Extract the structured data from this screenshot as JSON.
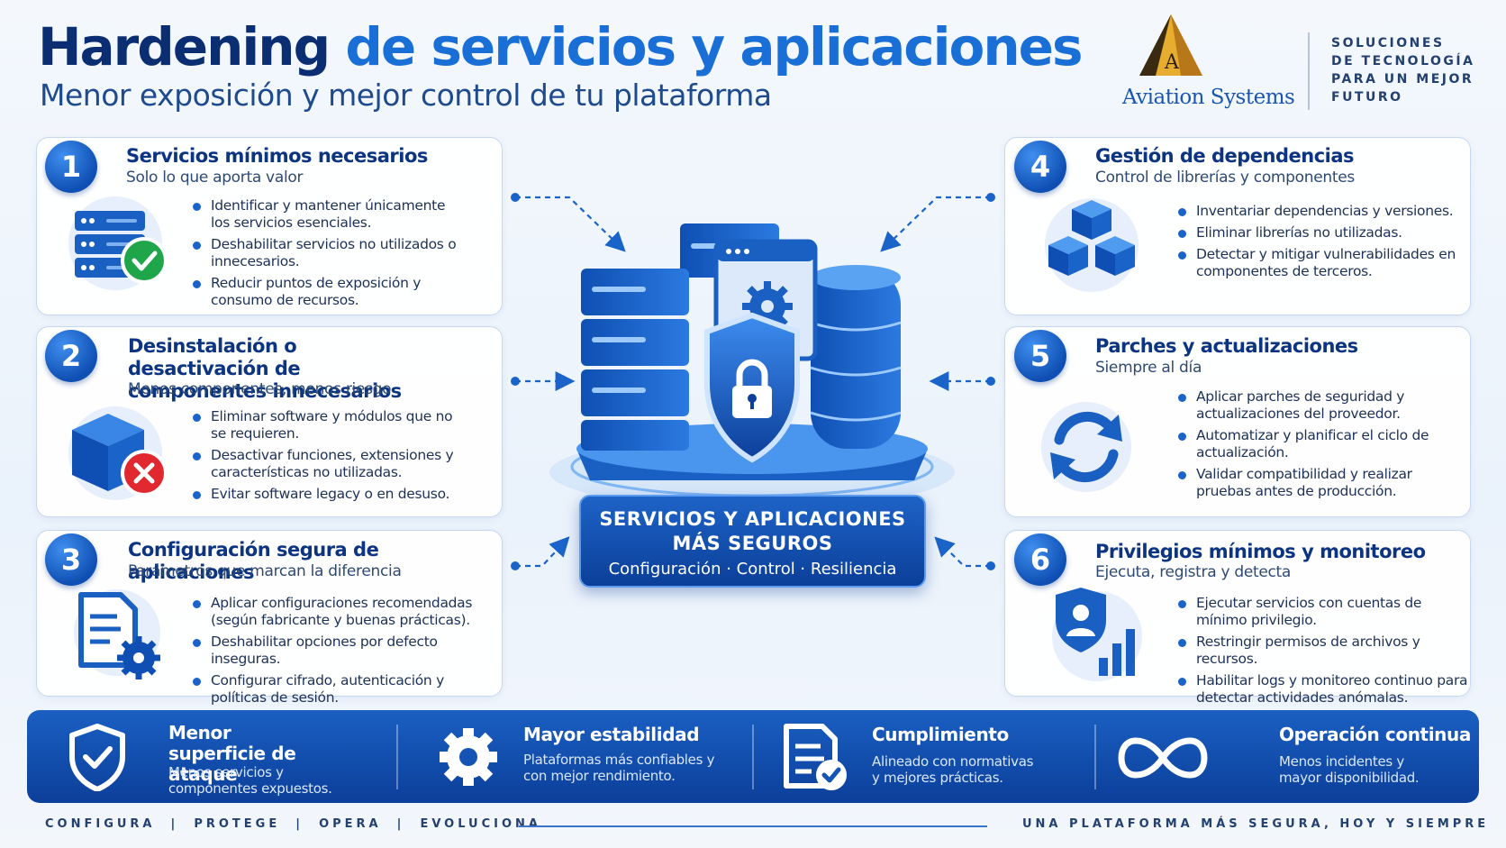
{
  "header": {
    "title_main": "Hardening",
    "title_accent": "de servicios y aplicaciones",
    "subtitle": "Menor exposición y mejor control de tu plataforma"
  },
  "brand": {
    "logo_letter": "A",
    "name": "Aviation Systems",
    "tagline": [
      "SOLUCIONES",
      "DE TECNOLOGÍA",
      "PARA UN MEJOR",
      "FUTURO"
    ]
  },
  "cards": [
    {
      "number": "1",
      "title": "Servicios mínimos necesarios",
      "subtitle": "Solo lo que aporta valor",
      "bullets": [
        "Identificar y mantener únicamente los servicios esenciales.",
        "Deshabilitar servicios no utilizados o innecesarios.",
        "Reducir puntos de exposición y consumo de recursos."
      ]
    },
    {
      "number": "2",
      "title": "Desinstalación o desactivación de componentes innecesarios",
      "subtitle": "Menos componentes, menos riesgo",
      "bullets": [
        "Eliminar software y módulos que no se requieren.",
        "Desactivar funciones, extensiones y características no utilizadas.",
        "Evitar software legacy o en desuso."
      ]
    },
    {
      "number": "3",
      "title": "Configuración segura de aplicaciones",
      "subtitle": "Parámetros que marcan la diferencia",
      "bullets": [
        "Aplicar configuraciones recomendadas (según fabricante y buenas prácticas).",
        "Deshabilitar opciones por defecto inseguras.",
        "Configurar cifrado, autenticación y políticas de sesión."
      ]
    },
    {
      "number": "4",
      "title": "Gestión de dependencias",
      "subtitle": "Control de librerías y componentes",
      "bullets": [
        "Inventariar dependencias y versiones.",
        "Eliminar librerías no utilizadas.",
        "Detectar y mitigar vulnerabilidades en componentes de terceros."
      ]
    },
    {
      "number": "5",
      "title": "Parches y actualizaciones",
      "subtitle": "Siempre al día",
      "bullets": [
        "Aplicar parches de seguridad y actualizaciones del proveedor.",
        "Automatizar y planificar el ciclo de actualización.",
        "Validar compatibilidad y realizar pruebas antes de producción."
      ]
    },
    {
      "number": "6",
      "title": "Privilegios mínimos y monitoreo",
      "subtitle": "Ejecuta, registra y detecta",
      "bullets": [
        "Ejecutar servicios con cuentas de mínimo privilegio.",
        "Restringir permisos de archivos y recursos.",
        "Habilitar logs y monitoreo continuo para detectar actividades anómalas."
      ]
    }
  ],
  "center": {
    "title_line1": "SERVICIOS Y APLICACIONES",
    "title_line2": "MÁS SEGUROS",
    "tagline": "Configuración · Control · Resiliencia"
  },
  "benefits": [
    {
      "title": "Menor superficie de ataque",
      "subtitle": "Menos servicios y componentes expuestos.",
      "icon": "shield-check-icon"
    },
    {
      "title": "Mayor estabilidad",
      "subtitle": "Plataformas más confiables y con mejor rendimiento.",
      "icon": "gear-icon"
    },
    {
      "title": "Cumplimiento",
      "subtitle": "Alineado con normativas y mejores prácticas.",
      "icon": "document-check-icon"
    },
    {
      "title": "Operación continua",
      "subtitle": "Menos incidentes y mayor disponibilidad.",
      "icon": "infinity-icon"
    }
  ],
  "footer": {
    "left": "CONFIGURA  |  PROTEGE  |  OPERA  |  EVOLUCIONA",
    "right": "UNA PLATAFORMA MÁS SEGURA, HOY Y SIEMPRE"
  },
  "colors": {
    "primary": "#0b2e73",
    "accent": "#1a6fd6",
    "bar": "#0c3f9a",
    "check_green": "#1fa64a",
    "cross_red": "#e0282e",
    "logo_gold": "#d99a1e"
  }
}
